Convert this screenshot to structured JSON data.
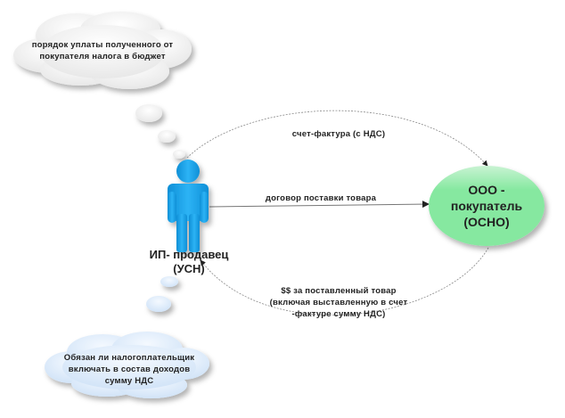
{
  "clouds": {
    "top": "порядок уплаты полученного от покупателя налога в бюджет",
    "bottom": "Обязан ли налогоплательщик включать в состав доходов сумму НДС"
  },
  "seller": {
    "line1": "ИП- продавец",
    "line2": "(УСН)"
  },
  "buyer": {
    "line1": "ООО -",
    "line2": "покупатель",
    "line3": "(ОСНО)"
  },
  "arrows": {
    "invoice": "счет-фактура (с НДС)",
    "contract": "договор поставки товара",
    "payment_line1": "$$ за поставленный товар",
    "payment_line2": "(включая выставленную в счет",
    "payment_line3": "-фактуре сумму НДС)"
  },
  "colors": {
    "person": "#1aa3ea",
    "buyer": "#86e8a0",
    "cloud_top": "#f2f2f2",
    "cloud_bottom": "#dcebfa"
  }
}
